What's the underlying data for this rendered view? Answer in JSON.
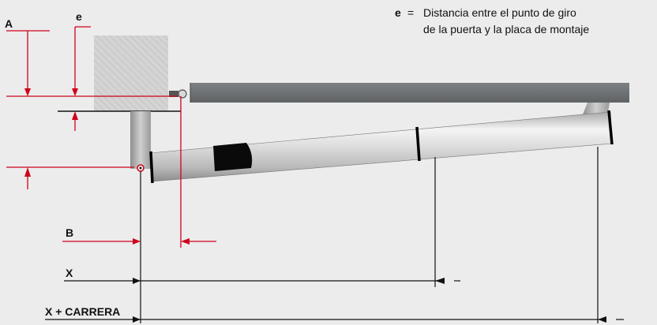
{
  "legend": {
    "key": "e",
    "equals": "=",
    "line1": "Distancia entre el punto de giro",
    "line2": "de la puerta y la placa de montaje"
  },
  "dimensions": {
    "A": "A",
    "e": "e",
    "B": "B",
    "X": "X",
    "X_carrera": "X + CARRERA"
  },
  "colors": {
    "background": "#ececed",
    "dimension_line": "#d0021b",
    "leader_line": "#111111",
    "gate": "#6f7375",
    "actuator_body": "#d8d8d8",
    "wall_hatch": "#cfcfcf"
  }
}
